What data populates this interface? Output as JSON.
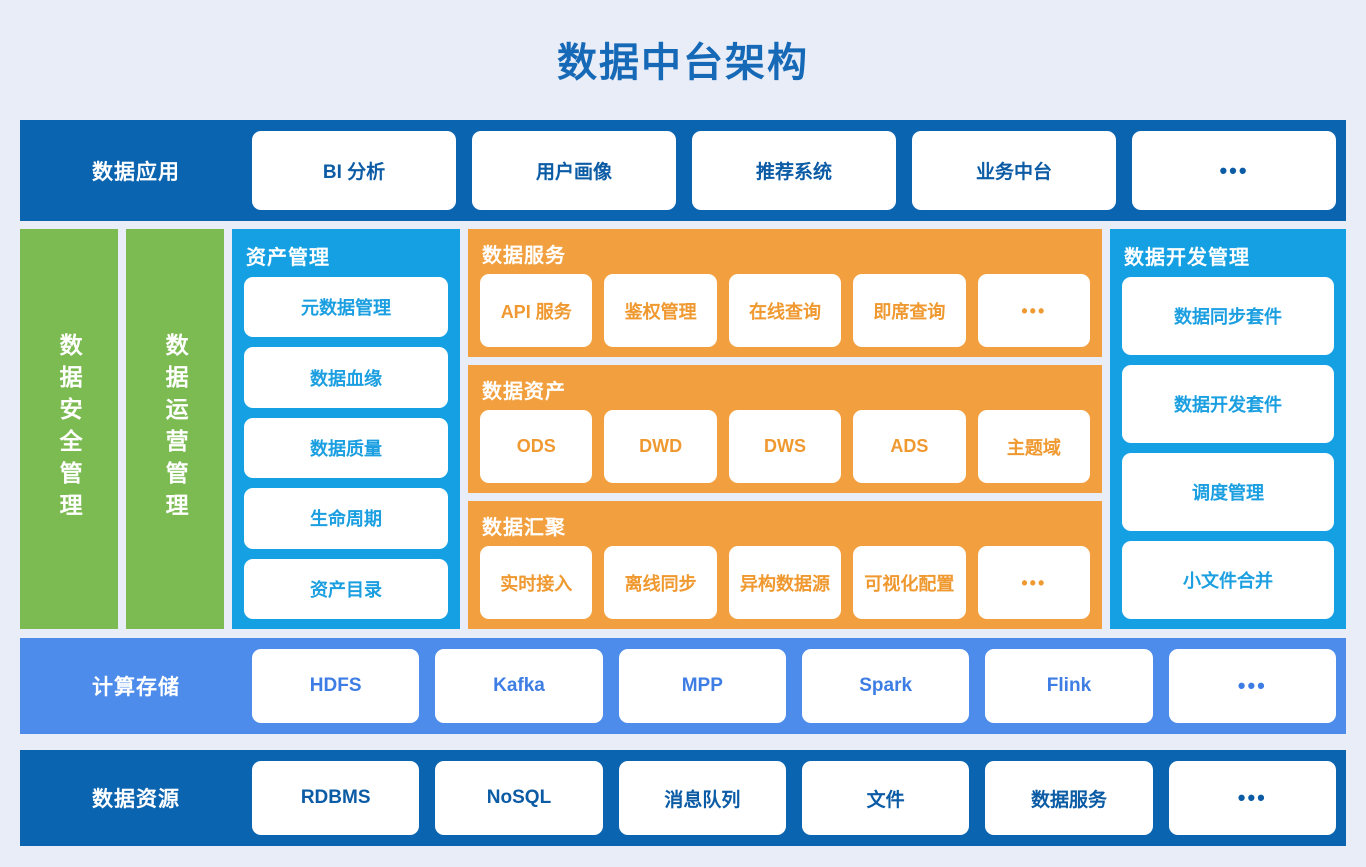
{
  "title": "数据中台架构",
  "colors": {
    "background": "#e9edf7",
    "title_blue": "#1669b7",
    "dark_blue": "#0b64af",
    "bright_blue": "#14a0e3",
    "light_blue": "#4e8ceb",
    "green": "#7cbb52",
    "orange": "#f2a03f",
    "card_text_dark_blue": "#0b5ba5",
    "card_text_light_blue": "#3d7de4",
    "card_text_bright_blue": "#1b9fe0",
    "card_text_orange": "#ef9930"
  },
  "rows": {
    "application": {
      "label": "数据应用",
      "cards": [
        "BI 分析",
        "用户画像",
        "推荐系统",
        "业务中台",
        "•••"
      ]
    },
    "compute_storage": {
      "label": "计算存储",
      "cards": [
        "HDFS",
        "Kafka",
        "MPP",
        "Spark",
        "Flink",
        "•••"
      ]
    },
    "data_resource": {
      "label": "数据资源",
      "cards": [
        "RDBMS",
        "NoSQL",
        "消息队列",
        "文件",
        "数据服务",
        "•••"
      ]
    }
  },
  "side_columns": {
    "security": {
      "label": "数据安全管理"
    },
    "operation": {
      "label": "数据运营管理"
    }
  },
  "asset_management": {
    "title": "资产管理",
    "items": [
      "元数据管理",
      "数据血缘",
      "数据质量",
      "生命周期",
      "资产目录"
    ]
  },
  "dev_management": {
    "title": "数据开发管理",
    "items": [
      "数据同步套件",
      "数据开发套件",
      "调度管理",
      "小文件合并"
    ]
  },
  "center_panels": [
    {
      "title": "数据服务",
      "items": [
        "API 服务",
        "鉴权管理",
        "在线查询",
        "即席查询",
        "•••"
      ]
    },
    {
      "title": "数据资产",
      "items": [
        "ODS",
        "DWD",
        "DWS",
        "ADS",
        "主题域"
      ]
    },
    {
      "title": "数据汇聚",
      "items": [
        "实时接入",
        "离线同步",
        "异构数据源",
        "可视化配置",
        "•••"
      ]
    }
  ]
}
